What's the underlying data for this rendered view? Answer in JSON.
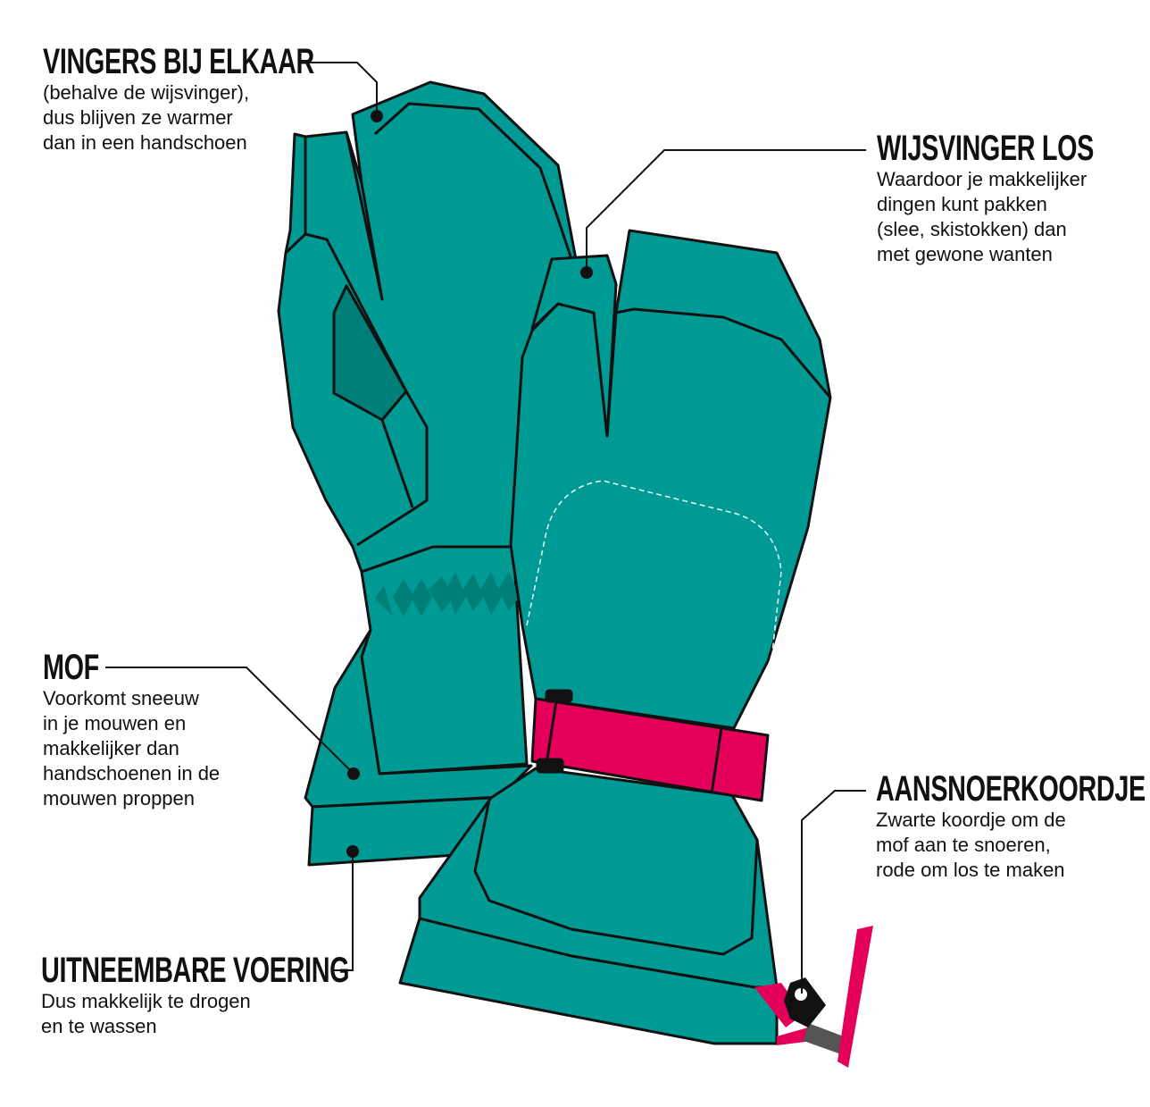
{
  "colors": {
    "glove": "#009a94",
    "glove_dark": "#007f79",
    "strap": "#e4005a",
    "outline": "#111111",
    "cord": "#555555"
  },
  "labels": {
    "fingers": {
      "title": "VINGERS BIJ ELKAAR",
      "lines": [
        "(behalve de wijsvinger),",
        "dus blijven ze warmer",
        "dan in een handschoen"
      ]
    },
    "index": {
      "title": "WIJSVINGER LOS",
      "lines": [
        "Waardoor je makkelijker",
        "dingen kunt pakken",
        "(slee, skistokken) dan",
        "met gewone wanten"
      ]
    },
    "mof": {
      "title": "MOF",
      "lines": [
        "Voorkomt sneeuw",
        "in je mouwen en",
        "makkelijker dan",
        "handschoenen in de",
        "mouwen proppen"
      ]
    },
    "lining": {
      "title": "UITNEEMBARE VOERING",
      "lines": [
        "Dus makkelijk te drogen",
        "en te wassen"
      ]
    },
    "cord": {
      "title": "AANSNOERKOORDJE",
      "lines": [
        "Zwarte koordje om de",
        "mof aan te snoeren,",
        "rode om los te maken"
      ]
    }
  }
}
